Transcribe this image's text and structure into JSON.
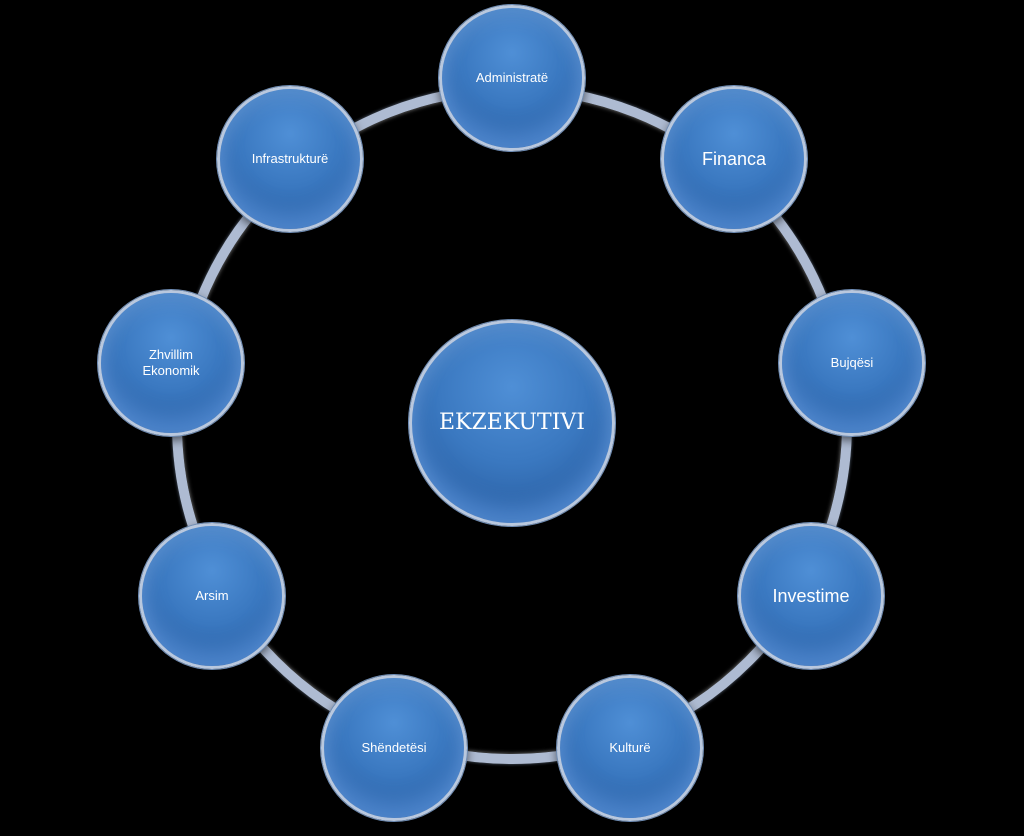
{
  "center": {
    "label": "EKZEKUTIVI"
  },
  "nodes": [
    {
      "label": "Administratë"
    },
    {
      "label": "Financa"
    },
    {
      "label": "Bujqësi"
    },
    {
      "label": "Investime"
    },
    {
      "label": "Kulturë"
    },
    {
      "label": "Shëndetësi"
    },
    {
      "label": "Arsim"
    },
    {
      "label": "Zhvillim\nEkonomik"
    },
    {
      "label": "Infrastrukturë"
    }
  ],
  "colors": {
    "background": "#000000",
    "node_fill": "#3a78c0",
    "node_border": "#b9c8de",
    "ring": "#aebbd2",
    "text": "#ffffff"
  }
}
